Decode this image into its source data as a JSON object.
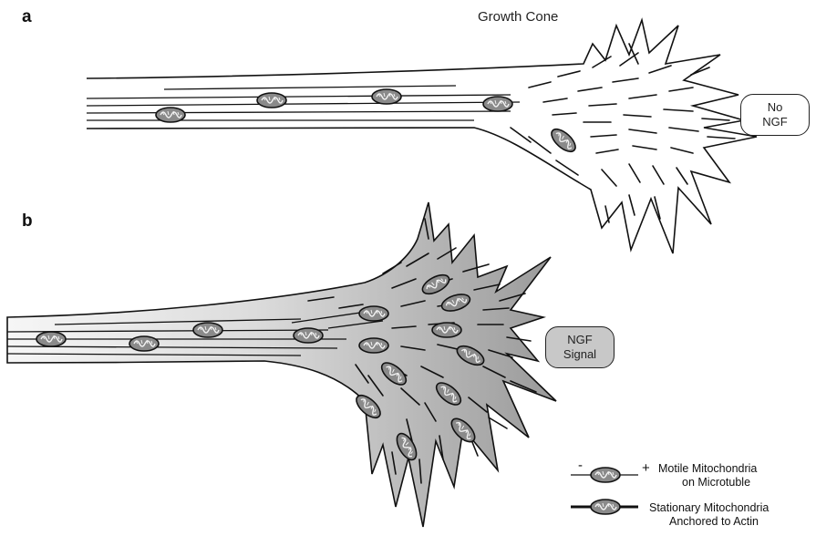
{
  "panel_a": {
    "label": "a",
    "title": "Growth Cone",
    "signal_box": {
      "line1": "No",
      "line2": "NGF"
    }
  },
  "panel_b": {
    "label": "b",
    "signal_box": {
      "line1": "NGF",
      "line2": "Signal"
    }
  },
  "legend": {
    "minus_sign": "-",
    "plus_sign": "+",
    "motile_line1": "Motile Mitochondria",
    "motile_line2": "on Microtuble",
    "stationary_line1": "Stationary Mitochondria",
    "stationary_line2": "Anchored to Actin"
  },
  "colors": {
    "outline": "#111111",
    "mito_fill": "#8a8a8a",
    "cone_b_fill_dark": "#9a9a9a",
    "cone_b_fill_light": "#f2f2f2",
    "ngf_box_fill": "#c8c8c8"
  }
}
